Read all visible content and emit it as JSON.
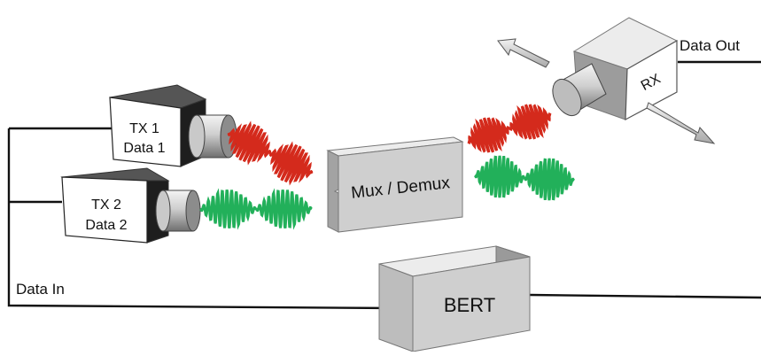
{
  "labels": {
    "tx1_line1": "TX 1",
    "tx1_line2": "Data 1",
    "tx2_line1": "TX 2",
    "tx2_line2": "Data 2",
    "mux": "Mux / Demux",
    "rx": "RX",
    "bert": "BERT",
    "data_in": "Data In",
    "data_out": "Data Out"
  },
  "colors": {
    "signal_1": "#d42a1c",
    "signal_2": "#22b05a",
    "block_face": "#d9d9d9",
    "block_dark": "#8a8a8a",
    "arrow": "#cfcfcf"
  },
  "icons": {
    "rx_motion": "double-arrow-icon",
    "laser_lens": "lens-icon"
  }
}
